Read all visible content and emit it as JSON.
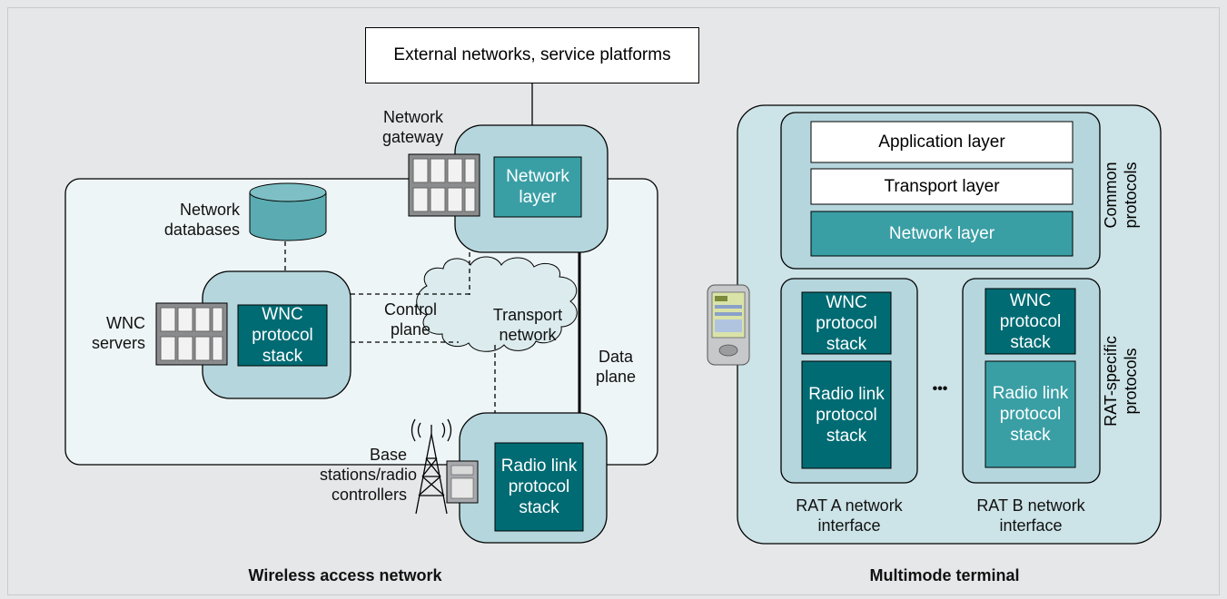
{
  "left": {
    "external_networks": "External networks, service platforms",
    "network_gateway_label": "Network gateway",
    "network_gateway_layer": "Network layer",
    "network_databases_label": "Network databases",
    "wnc_servers_label": "WNC servers",
    "wnc_stack": "WNC protocol stack",
    "control_plane": "Control plane",
    "transport_network": "Transport network",
    "data_plane": "Data plane",
    "base_stations_label": "Base stations/radio controllers",
    "radio_link_stack": "Radio link protocol stack",
    "title": "Wireless access network"
  },
  "right": {
    "application_layer": "Application layer",
    "transport_layer": "Transport layer",
    "network_layer": "Network layer",
    "common_protocols": "Common protocols",
    "rat_specific_protocols": "RAT-specific protocols",
    "rat_a": {
      "wnc_stack": "WNC protocol stack",
      "radio_link_stack": "Radio link protocol stack",
      "label": "RAT A network interface"
    },
    "rat_b": {
      "wnc_stack": "WNC protocol stack",
      "radio_link_stack": "Radio link protocol stack",
      "label": "RAT B network interface"
    },
    "ellipsis": "•••",
    "title": "Multimode terminal"
  },
  "colors": {
    "background": "#e6e7e8",
    "panel": "#eef5f7",
    "node_fill": "#b5d6dc",
    "dark_teal": "#006b73",
    "mid_teal": "#3a9fa5"
  }
}
